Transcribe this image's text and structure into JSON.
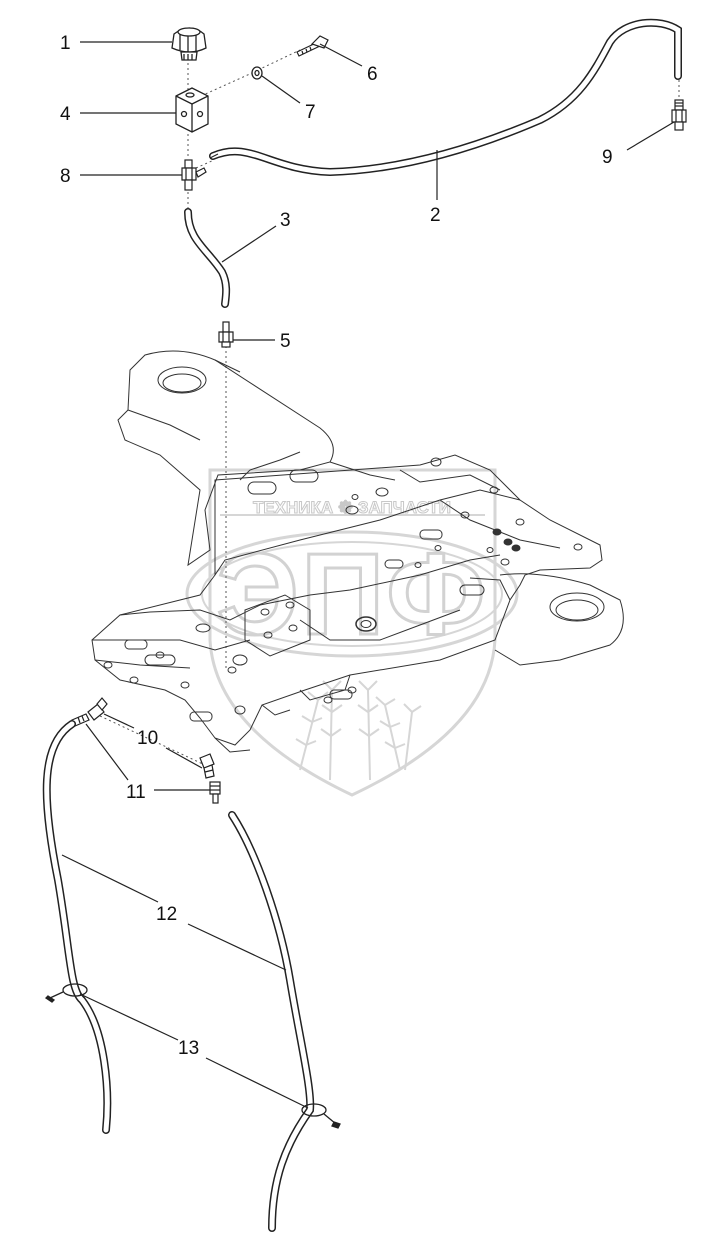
{
  "watermark": {
    "top_text": "ТЕХНИКА ☸ ЗАПЧАСТИ",
    "logo_text": "ЭПФ",
    "color": "#d4d4d4"
  },
  "colors": {
    "line": "#222222",
    "dashed": "#555555",
    "label": "#111111"
  },
  "callouts": [
    {
      "id": "1",
      "part": "cap"
    },
    {
      "id": "2",
      "part": "long-hose"
    },
    {
      "id": "3",
      "part": "short-hose"
    },
    {
      "id": "4",
      "part": "block"
    },
    {
      "id": "5",
      "part": "frame-fitting"
    },
    {
      "id": "6",
      "part": "bolt"
    },
    {
      "id": "7",
      "part": "washer"
    },
    {
      "id": "8",
      "part": "block-fitting"
    },
    {
      "id": "9",
      "part": "hose-end-fitting"
    },
    {
      "id": "10",
      "part": "elbow-fitting"
    },
    {
      "id": "11",
      "part": "straight-fitting"
    },
    {
      "id": "12",
      "part": "drain-hoses"
    },
    {
      "id": "13",
      "part": "cable-ties"
    }
  ]
}
